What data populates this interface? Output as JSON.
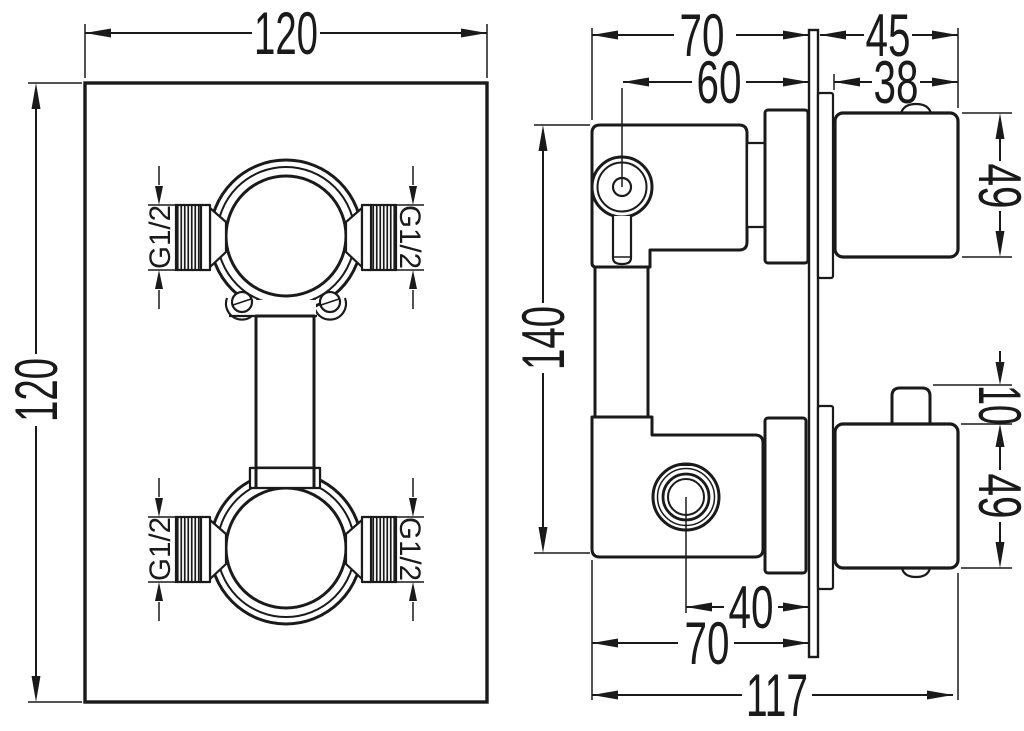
{
  "colors": {
    "line": "#1a1a1a",
    "background": "#ffffff"
  },
  "front": {
    "dim_width": "120",
    "dim_height": "120",
    "threads": {
      "top_left": "G1/2",
      "top_right": "G1/2",
      "bottom_left": "G1/2",
      "bottom_right": "G1/2"
    }
  },
  "side": {
    "dim_body_to_wall_top": "70",
    "dim_trim_depth_total": "45",
    "dim_handle_axis_to_wall": "60",
    "dim_knob_depth": "38",
    "dim_knob_height_top": "49",
    "dim_body_height": "140",
    "dim_pin_height": "10",
    "dim_knob_height_bottom": "49",
    "dim_port_axis_to_wall": "40",
    "dim_body_to_wall_bottom": "70",
    "dim_total_depth": "117"
  }
}
